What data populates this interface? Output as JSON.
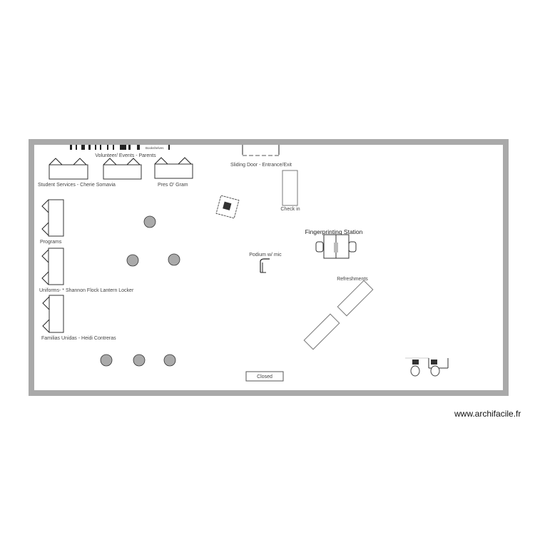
{
  "labels": {
    "bookshelves": "Bookshelves",
    "volunteer": "Volunteer/ Events - Parents",
    "student_services": "Student Services - Cherie Somavia",
    "pres_o_gram": "Pres O' Gram",
    "sliding_door": "Sliding Door - Entrance/Exit",
    "check_in": "Check in",
    "fingerprinting": "Fingerprinting Station",
    "podium": "Podium w/ mic",
    "programs": "Programs",
    "uniforms": "Uniforms- * Shannon Flock Lantern Locker",
    "refreshments": "Refreshments",
    "familias": "Familias Unidas - Heidi Contreras",
    "closed": "Closed"
  },
  "watermark": "www.archifacile.fr",
  "colors": {
    "wall": "#a9a9a9",
    "stool": "#aaaaaa"
  }
}
